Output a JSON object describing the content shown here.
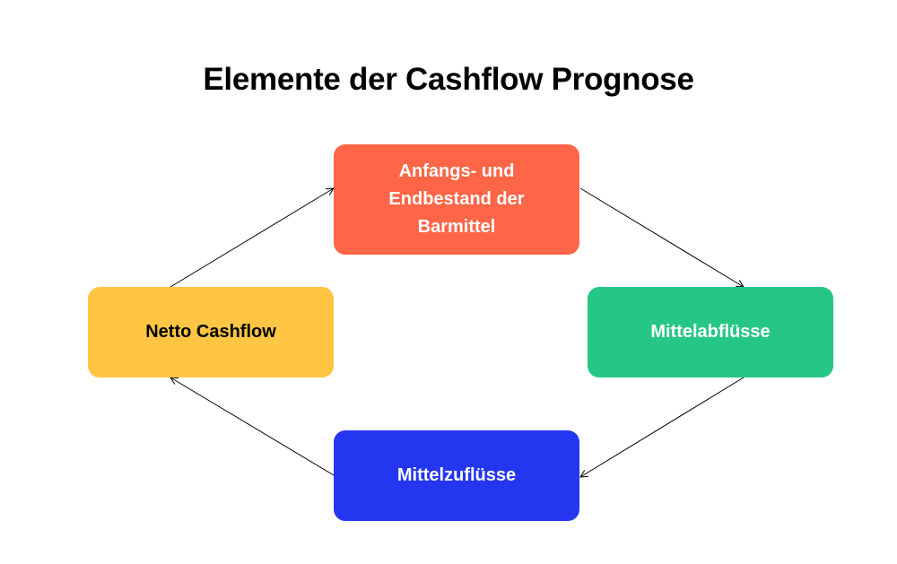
{
  "title": "Elemente der Cashflow Prognose",
  "nodes": {
    "top": {
      "label": "Anfangs- und Endbestand der Barmittel",
      "color": "#FF6647",
      "text_color": "#FFFFFF"
    },
    "right": {
      "label": "Mittelabflüsse",
      "color": "#26C784",
      "text_color": "#FFFFFF"
    },
    "bottom": {
      "label": "Mittelzuflüsse",
      "color": "#2536F0",
      "text_color": "#FFFFFF"
    },
    "left": {
      "label": "Netto Cashflow",
      "color": "#FFC543",
      "text_color": "#000000"
    }
  },
  "edges": [
    {
      "from": "top",
      "to": "right"
    },
    {
      "from": "right",
      "to": "bottom"
    },
    {
      "from": "bottom",
      "to": "left"
    },
    {
      "from": "left",
      "to": "top"
    }
  ]
}
